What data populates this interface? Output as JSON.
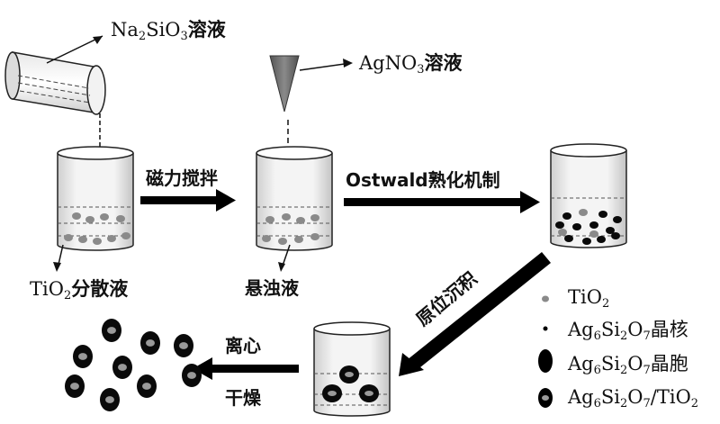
{
  "reagents": {
    "na2sio3": {
      "base": "Na",
      "s1": "2",
      "mid": "SiO",
      "s2": "3",
      "suffix": "溶液"
    },
    "agno3": {
      "base": "AgNO",
      "s1": "3",
      "suffix": "溶液"
    }
  },
  "labels": {
    "tio2_dispersion": {
      "base": "TiO",
      "s1": "2",
      "suffix": "分散液"
    },
    "suspension": "悬浊液"
  },
  "steps": {
    "stir": "磁力搅拌",
    "ostwald": "Ostwald熟化机制",
    "in_situ": "原位沉积",
    "centrifuge": "离心",
    "dry": "干燥"
  },
  "legend": [
    {
      "key": "tio2",
      "parts": [
        {
          "t": "TiO"
        },
        {
          "s": "2"
        }
      ]
    },
    {
      "key": "nucleus",
      "parts": [
        {
          "t": "Ag"
        },
        {
          "s": "6"
        },
        {
          "t": "Si"
        },
        {
          "s": "2"
        },
        {
          "t": "O"
        },
        {
          "s": "7"
        },
        {
          "t": "晶核"
        }
      ]
    },
    {
      "key": "cell",
      "parts": [
        {
          "t": "Ag"
        },
        {
          "s": "6"
        },
        {
          "t": "Si"
        },
        {
          "s": "2"
        },
        {
          "t": "O"
        },
        {
          "s": "7"
        },
        {
          "t": "晶胞"
        }
      ]
    },
    {
      "key": "composite",
      "parts": [
        {
          "t": "Ag"
        },
        {
          "s": "6"
        },
        {
          "t": "Si"
        },
        {
          "s": "2"
        },
        {
          "t": "O"
        },
        {
          "s": "7"
        },
        {
          "t": "/TiO"
        },
        {
          "s": "2"
        }
      ]
    }
  ],
  "colors": {
    "grey_particle": "#8a8a8a",
    "black_particle": "#0a0a0a",
    "cone": "#6e6e6e",
    "beaker_liquid": "#e6e6e6"
  }
}
